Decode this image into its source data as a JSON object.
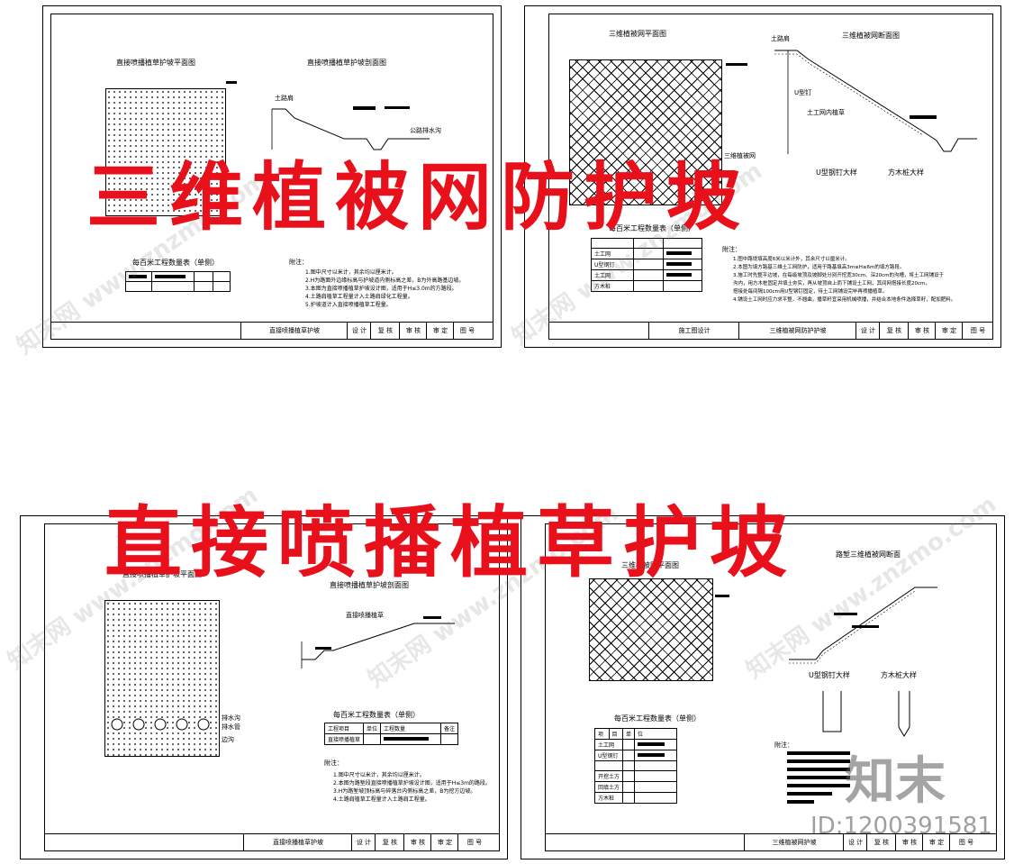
{
  "overlay": {
    "top_title": "三维植被网防护坡",
    "bottom_title": "直接喷播植草护坡",
    "id_label": "ID:1200391581",
    "logo": "知末",
    "watermark": "知末网 www.znzmo.com"
  },
  "sheet_tl": {
    "plan_title": "直接喷播植草护坡平面图",
    "section_title": "直接喷播植草护坡剖面图",
    "label_soil_shoulder": "土路肩",
    "label_drain": "公路排水沟",
    "table_title": "每百米工程数量表（单侧）",
    "notes_title": "附注：",
    "notes": [
      "1.图中尺寸以米计，其余均以厘米计。",
      "2.H为路面外边缘标高与护坡道内侧标高之差，B为外高路基边坡。",
      "3.本图为直接喷播植草护坡设计图，适用于H≤3.0m的方路段。",
      "4.土路肩植草工程量计入土路肩绿化工程量。",
      "5.护坡道计入直接喷播植草工程量。"
    ],
    "footer_name": "直接喷播植草护坡",
    "footer_cells": [
      "设 计",
      "复 核",
      "审 核",
      "审 定",
      "图 号"
    ]
  },
  "sheet_tr": {
    "plan_title": "三维植被网平面图",
    "section_title": "三维植被网断面图",
    "label_soil_shoulder": "土路肩",
    "label_u_nail": "U型钉",
    "label_geo_net": "土工网内植草",
    "label_net": "三维植被网",
    "label_detail1": "U型钢钉大样",
    "label_detail2": "方木桩大样",
    "table_title": "每百米工程数量表（单侧）",
    "table_rows": [
      "土工网",
      "U型钢钉",
      "土工网",
      "方木桩"
    ],
    "notes_title": "附注：",
    "notes": [
      "1.图中路堤填高度6米以米计外，其余尺寸以厘米计。",
      "2.本图为填方路基三维土工网防护，适用于路基填高3m≤H≤6m的填方路段。",
      "3.施工时先整平边坡，在每级坡顶及坡脚处分别开挖宽30cm、深20cm的沟槽，将土工网铺设于",
      "  沟内，用方木桩固定并填土夯实，再从坡顶自上而下铺设土工网，其间网搭接长度20cm，",
      "  搭接处每间隔100cm用U型钢钉固定，待土工网铺设完毕再喷播植草。",
      "4.铺设土工网时应力求平整，不翘曲，播草籽宜采用机械喷播，并结合本地条件选择草籽，配加肥料。"
    ],
    "footer_left": "施工图设计",
    "footer_name": "三维植被网防护护坡",
    "footer_cells": [
      "设 计",
      "复 核",
      "审 核",
      "审 定",
      "图 号"
    ]
  },
  "sheet_bl": {
    "plan_title": "直接喷播植草护坡平面图",
    "section_title": "直接喷播植草护坡剖面图",
    "label_spray": "直接喷播植草",
    "label_drain1": "排水沟",
    "label_drain2": "排水管",
    "label_edge": "边沟",
    "table_title": "每百米工程数量表（单侧）",
    "table_header": [
      "工程项目",
      "单位",
      "工程数量",
      "备注"
    ],
    "table_row": [
      "直接喷播植草"
    ],
    "notes_title": "附注：",
    "notes": [
      "1.图中尺寸以米计，其余均以厘米计。",
      "2.本图为路堑段直接喷播植草护坡设计图，适用于H≤3m的路段。",
      "3.H为路堑坡顶标高与碎落台内侧标高之差，B为挖方边坡。",
      "4.土路肩植草工程量计入土路肩工程量。"
    ],
    "footer_name": "直接喷播植草护坡",
    "footer_cells": [
      "设 计",
      "复 核",
      "审 核",
      "审 定",
      "图 号"
    ]
  },
  "sheet_br": {
    "plan_title": "三维植被网平面图",
    "section_title": "路堑三维植被网断面",
    "label_detail1": "U型钢钉大样",
    "label_detail2": "方木桩大样",
    "table_title": "每百米工程数量表（单侧）",
    "table_header": [
      "项",
      "目",
      "单",
      "位"
    ],
    "table_rows": [
      "土工网",
      "U型钢钉",
      "",
      "开挖土方",
      "回填土方",
      "方木桩"
    ],
    "notes_title": "附注：",
    "footer_name": "三维植被网护坡",
    "footer_cells": [
      "设 计",
      "复 核",
      "审 核",
      "审 定",
      "图 号"
    ]
  }
}
